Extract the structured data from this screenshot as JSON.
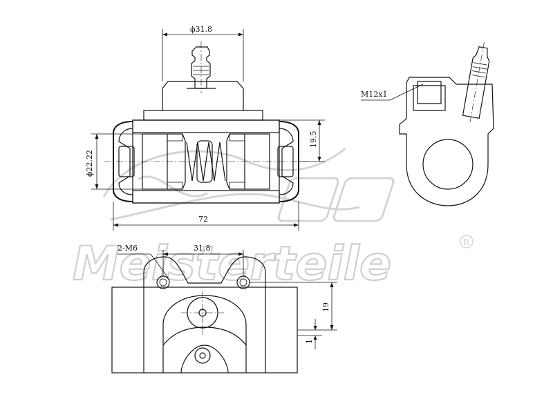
{
  "dimensions": {
    "top_bore": "ϕ31.8",
    "cyl_dia": "ϕ22.22",
    "height_right": "19.5",
    "length": "72",
    "thread": "M12x1",
    "bolts": "2-M6",
    "bolt_pitch": "31.8",
    "height_bottom": "19",
    "offset": "1"
  },
  "watermark": {
    "brand": "Meisterteile",
    "registered": "R"
  },
  "colors": {
    "line": "#111111",
    "watermark": "#d4d4d4",
    "hatch": "#111111"
  }
}
